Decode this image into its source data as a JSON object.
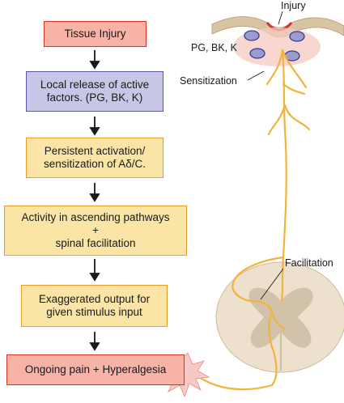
{
  "flow": {
    "step1": "Tissue Injury",
    "step2": "Local release of active\nfactors. (PG, BK, K)",
    "step3": "Persistent activation/\nsensitization of Aδ/C.",
    "step4": "Activity in ascending pathways\n+\nspinal facilitation",
    "step5": "Exaggerated output for\ngiven stimulus input",
    "step6": "Ongoing pain + Hyperalgesia"
  },
  "labels": {
    "injury": "Injury",
    "factors": "PG, BK, K",
    "sensitization": "Sensitization",
    "facilitation": "Facilitation"
  },
  "colors": {
    "red_fill": "#f6b3a6",
    "red_border": "#d7322a",
    "blue_fill": "#c7c6e6",
    "blue_border": "#5a55a8",
    "yellow_fill": "#fbe5a6",
    "yellow_border": "#e79e2a",
    "nerve": "#f2b33d",
    "cord": "#ede0cc"
  }
}
